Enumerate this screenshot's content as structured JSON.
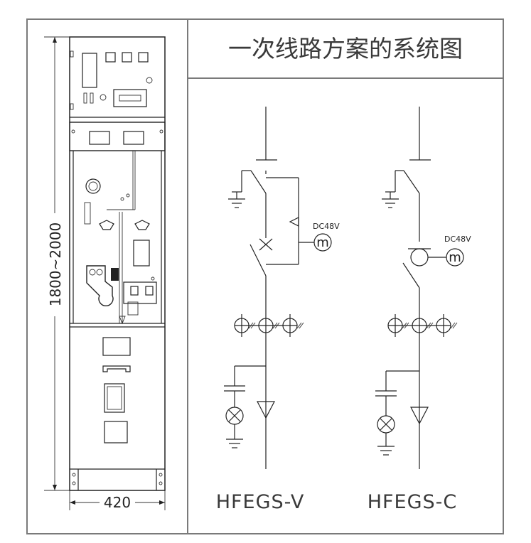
{
  "title": "一次线路方案的系统图",
  "cabinet": {
    "height_dimension": "1800~2000",
    "width_dimension": "420"
  },
  "schemes": [
    {
      "name": "HFEGS-V",
      "motor_voltage": "DC48V",
      "motor_symbol": "m"
    },
    {
      "name": "HFEGS-C",
      "motor_voltage": "DC48V",
      "motor_symbol": "m"
    }
  ],
  "colors": {
    "frame": "#7a7a7a",
    "line": "#222222",
    "text": "#3a3a3a"
  }
}
